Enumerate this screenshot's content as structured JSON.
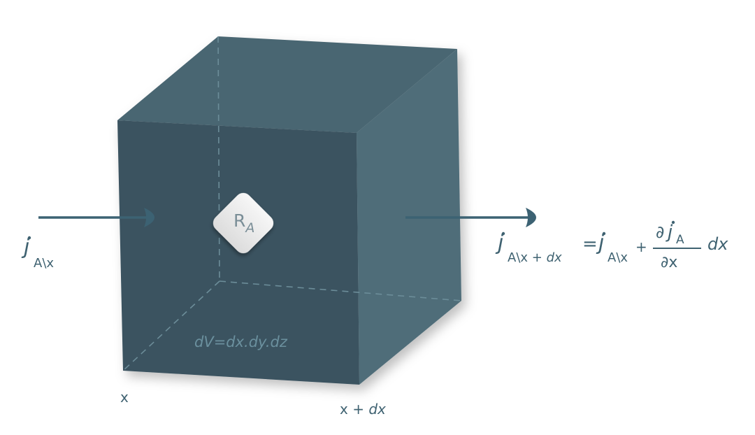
{
  "diagram": {
    "reaction_label": {
      "main": "R",
      "sub": "A"
    },
    "volume_label": "dV=dx.dy.dz",
    "axis_labels": {
      "left": "x",
      "right_plain": "x + ",
      "right_italic": "dx"
    },
    "inflow_label": {
      "flux": "j",
      "sub": "A\\x"
    },
    "outflow_equation": {
      "lhs": {
        "flux": "j",
        "sub_plain": "A\\x + ",
        "sub_italic": "dx"
      },
      "equals": "=",
      "rhs_term1": {
        "flux": "j",
        "sub": "A\\x"
      },
      "plus": "+",
      "fraction": {
        "numerator_partial": "∂",
        "numerator_flux": "j",
        "numerator_sub": "A",
        "denominator": "∂x"
      },
      "trailing": "dx"
    }
  },
  "colors": {
    "front_face": "#3a5360",
    "top_face": "#4a6672",
    "right_face": "#4f6d79",
    "arrow": "#3c6273",
    "text": "#3f6271",
    "volume_text": "#6b909e",
    "badge": "#eeeeee"
  }
}
